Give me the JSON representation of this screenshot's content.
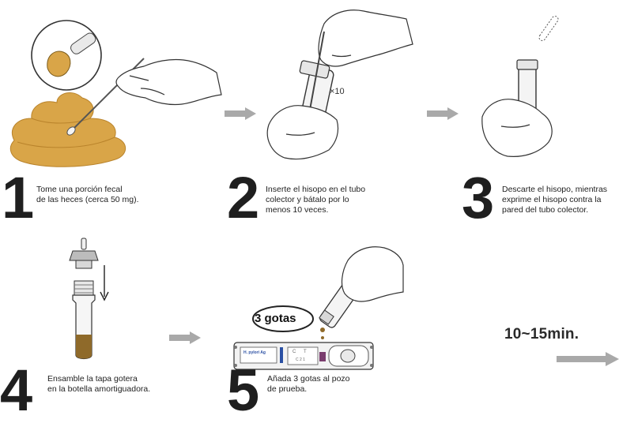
{
  "steps": [
    {
      "number": "1",
      "text_line1": "Tome una porción fecal",
      "text_line2": "de las heces (cerca 50 mg)."
    },
    {
      "number": "2",
      "text_line1": "Inserte el hisopo en el tubo",
      "text_line2": "colector y bátalo por lo",
      "text_line3": "menos 10 veces."
    },
    {
      "number": "3",
      "text_line1": "Descarte el hisopo, mientras",
      "text_line2": "exprime el hisopo contra la",
      "text_line3": "pared del tubo colector."
    },
    {
      "number": "4",
      "text_line1": "Ensamble la tapa gotera",
      "text_line2": "en la botella amortiguadora."
    },
    {
      "number": "5",
      "text_line1": "Añada 3 gotas al pozo",
      "text_line2": "de prueba."
    }
  ],
  "labels": {
    "times10": "×10",
    "drops_badge": "3 gotas",
    "timer": "10~15min.",
    "cassette_brand": "H. pylori Ag",
    "cassette_c": "C",
    "cassette_t": "T",
    "cassette_well_marks": "C  2  1"
  },
  "colors": {
    "stool": "#d9a548",
    "stool_dark": "#b9832b",
    "arrow": "#a9a9a9",
    "buffer": "#8f6a2a",
    "cassette_purple": "#7a3d6e"
  }
}
